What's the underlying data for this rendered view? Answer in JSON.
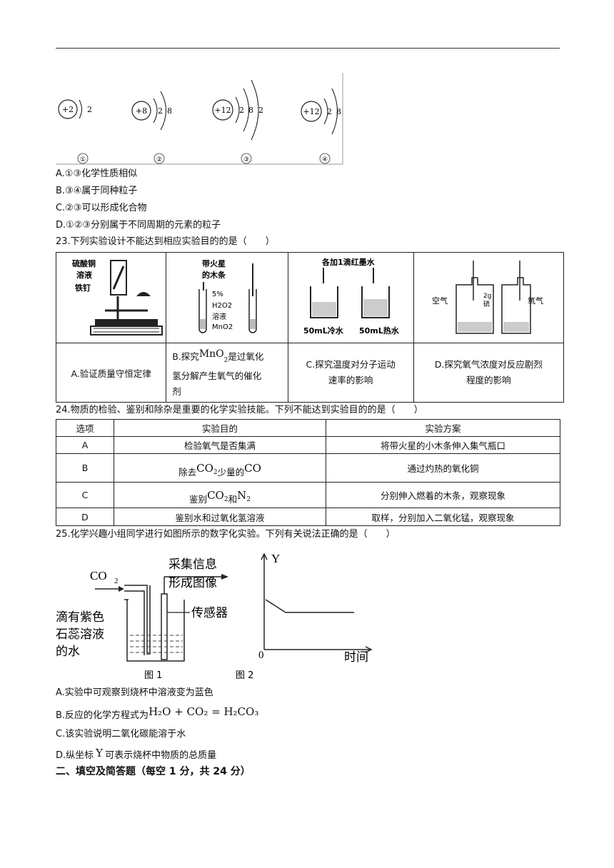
{
  "q22": {
    "atoms": [
      {
        "nucleus": "+2",
        "shells": [
          "2"
        ],
        "label": "①"
      },
      {
        "nucleus": "+8",
        "shells": [
          "2",
          "8"
        ],
        "label": "②"
      },
      {
        "nucleus": "+12",
        "shells": [
          "2",
          "8",
          "2"
        ],
        "label": "③"
      },
      {
        "nucleus": "+12",
        "shells": [
          "2",
          "8"
        ],
        "label": "④"
      }
    ],
    "options": [
      "A.①③化学性质相似",
      "B.③④属于同种粒子",
      "C.②③可以形成化合物",
      "D.①②③分别属于不同周期的元素的粒子"
    ]
  },
  "q23": {
    "stem": "23.下列实验设计不能达到相应实验目的的是（　　）",
    "figA": {
      "l1": "硫酸铜",
      "l2": "溶液",
      "l3": "铁钉"
    },
    "figB": {
      "l1": "带火星",
      "l2": "的木条",
      "l3": "5%",
      "l4": "H2O2",
      "l5": "溶液",
      "l6": "MnO2"
    },
    "figC": {
      "top": "各加1滴红墨水",
      "left": "50mL冷水",
      "right": "50mL热水"
    },
    "figD": {
      "left": "空气",
      "mid1": "2g",
      "mid2": "硫",
      "right": "氧气"
    },
    "answers": {
      "a": "A.验证质量守恒定律",
      "b_pre": "B.探究",
      "b_formula": "MnO",
      "b_sub": "2",
      "b_post1": "是过氧化",
      "b_post2": "氢分解产生氧气的催化",
      "b_post3": "剂",
      "c1": "C.探究温度对分子运动",
      "c2": "速率的影响",
      "d1": "D.探究氧气浓度对反应剧烈",
      "d2": "程度的影响"
    }
  },
  "q24": {
    "stem": "24.物质的检验、鉴别和除杂是重要的化学实验技能。下列不能达到实验目的的是（　　）",
    "headers": [
      "选项",
      "实验目的",
      "实验方案"
    ],
    "rows": {
      "a": {
        "opt": "A",
        "goal": "检验氧气是否集满",
        "plan": "将带火星的小木条伸入集气瓶口"
      },
      "b": {
        "opt": "B",
        "goal_pre": "除去",
        "goal_f1": "CO",
        "goal_f1sub": "2",
        "goal_mid": "少量的",
        "goal_f2": "CO",
        "plan": "通过灼热的氧化铜"
      },
      "c": {
        "opt": "C",
        "goal_pre": "鉴别",
        "goal_f1": "CO",
        "goal_f1sub": "2",
        "goal_mid": "和",
        "goal_f2": "N",
        "goal_f2sub": "2",
        "plan": "分别伸入燃着的木条，观察现象"
      },
      "d": {
        "opt": "D",
        "goal": "鉴别水和过氧化氢溶液",
        "plan": "取样，分别加入二氧化锰，观察现象"
      }
    }
  },
  "q25": {
    "stem": "25.化学兴趣小组同学进行如图所示的数字化实验。下列有关说法正确的是（　　）",
    "fig1": {
      "co2": "CO",
      "co2sub": "2",
      "collect1": "采集信息",
      "collect2": "形成图像",
      "sensor": "传感器",
      "water1": "滴有紫色",
      "water2": "石蕊溶液",
      "water3": "的水",
      "caption": "图 1"
    },
    "fig2": {
      "y": "Y",
      "origin": "0",
      "x": "时间",
      "caption": "图 2"
    },
    "options": {
      "a": "A.实验中可观察到烧杯中溶液变为蓝色",
      "b_pre": "B.反应的化学方程式为",
      "b_eq": "H₂O + CO₂ = H₂CO₃",
      "c": "C.该实验说明二氧化碳能溶于水",
      "d_pre": "D.纵坐标",
      "d_y": "Y",
      "d_post": "可表示烧杯中物质的总质量"
    }
  },
  "section2": "二、填空及简答题（每空 1 分，共 24 分）"
}
